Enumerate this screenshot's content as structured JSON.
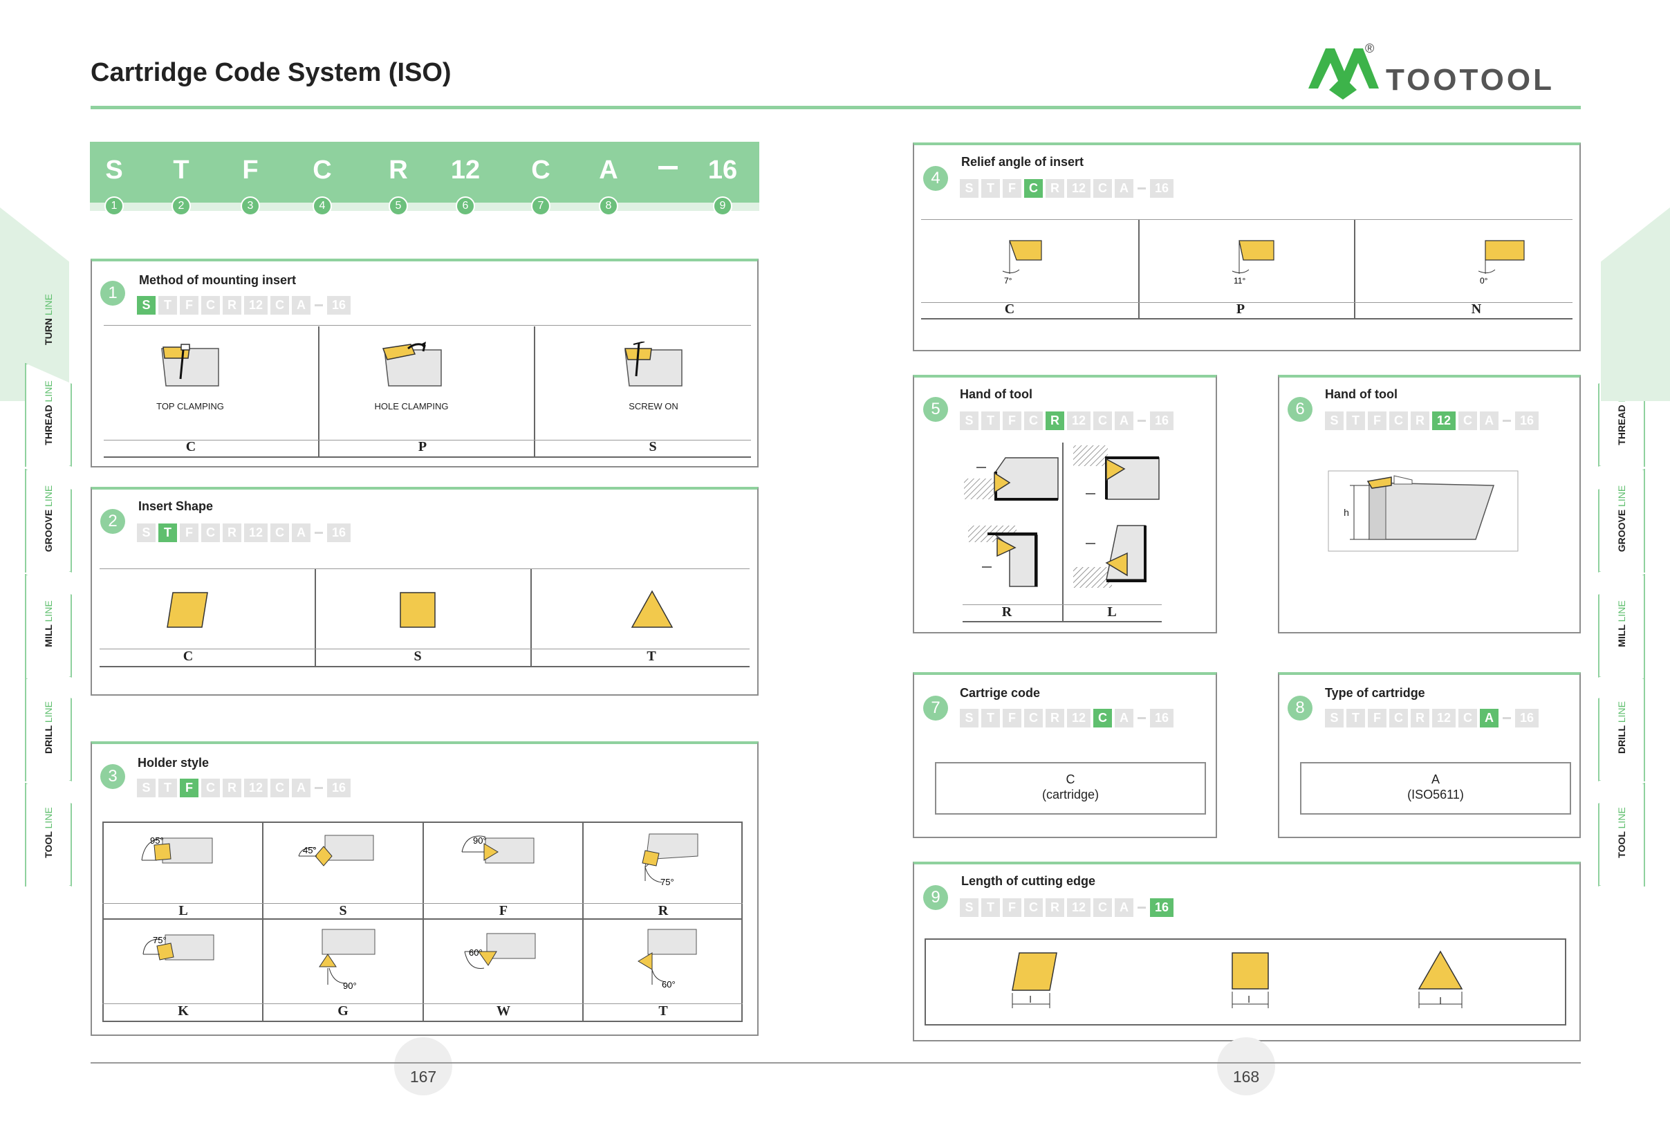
{
  "header": {
    "title": "Cartridge Code System (ISO)",
    "brand": "TOOTOOL",
    "brand_mark": "®"
  },
  "code": {
    "letters": [
      "S",
      "T",
      "F",
      "C",
      "R",
      "12",
      "C",
      "A",
      "16"
    ],
    "dash": "–",
    "numbers": [
      "1",
      "2",
      "3",
      "4",
      "5",
      "6",
      "7",
      "8",
      "9"
    ]
  },
  "panels": {
    "p1": {
      "num": "1",
      "title": "Method of mounting insert",
      "items": [
        {
          "caption": "TOP CLAMPING",
          "code": "C"
        },
        {
          "caption": "HOLE CLAMPING",
          "code": "P"
        },
        {
          "caption": "SCREW ON",
          "code": "S"
        }
      ]
    },
    "p2": {
      "num": "2",
      "title": "Insert Shape",
      "items": [
        {
          "code": "C"
        },
        {
          "code": "S"
        },
        {
          "code": "T"
        }
      ]
    },
    "p3": {
      "num": "3",
      "title": "Holder style",
      "items": [
        {
          "code": "L",
          "angle": "95°"
        },
        {
          "code": "S",
          "angle": "45°"
        },
        {
          "code": "F",
          "angle": "90°"
        },
        {
          "code": "R",
          "angle": "75°"
        },
        {
          "code": "K",
          "angle": "75°"
        },
        {
          "code": "G",
          "angle": "90°"
        },
        {
          "code": "W",
          "angle": "60°"
        },
        {
          "code": "T",
          "angle": "60°"
        }
      ]
    },
    "p4": {
      "num": "4",
      "title": "Relief angle of insert",
      "items": [
        {
          "code": "C",
          "angle": "7°"
        },
        {
          "code": "P",
          "angle": "11°"
        },
        {
          "code": "N",
          "angle": "0°"
        }
      ]
    },
    "p5": {
      "num": "5",
      "title": "Hand of tool",
      "items": [
        {
          "code": "R"
        },
        {
          "code": "L"
        }
      ]
    },
    "p6": {
      "num": "6",
      "title": "Hand of tool",
      "dim": "h"
    },
    "p7": {
      "num": "7",
      "title": "Cartrige code",
      "box_line1": "C",
      "box_line2": "(cartridge)"
    },
    "p8": {
      "num": "8",
      "title": "Type of cartridge",
      "box_line1": "A",
      "box_line2": "(ISO5611)"
    },
    "p9": {
      "num": "9",
      "title": "Length of cutting edge",
      "dim": "l"
    }
  },
  "side_tabs": [
    {
      "bold": "TURN",
      "light": "LINE"
    },
    {
      "bold": "THREAD",
      "light": "LINE"
    },
    {
      "bold": "GROOVE",
      "light": "LINE"
    },
    {
      "bold": "MILL",
      "light": "LINE"
    },
    {
      "bold": "DRILL",
      "light": "LINE"
    },
    {
      "bold": "TOOL",
      "light": "LINE"
    }
  ],
  "pages": {
    "left": "167",
    "right": "168"
  },
  "colors": {
    "accent": "#8fd19e",
    "accent_dark": "#5fbf6e",
    "insert": "#f2c94c"
  }
}
